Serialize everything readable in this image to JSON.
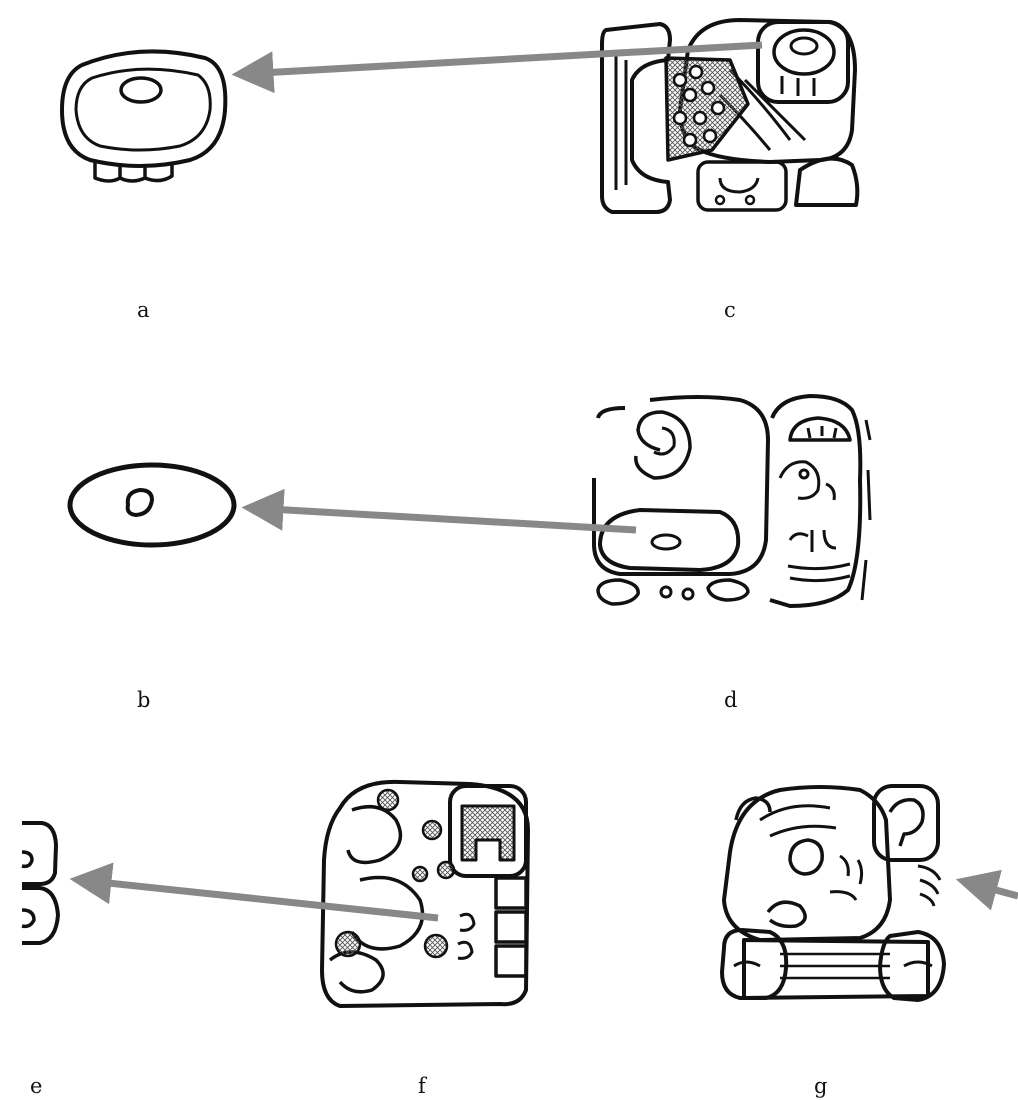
{
  "labels": {
    "a": "a",
    "b": "b",
    "c": "c",
    "d": "d",
    "e": "e",
    "f": "f",
    "g": "g"
  },
  "colors": {
    "ink": "#111111",
    "arrow": "#888888",
    "hatch": "#555555",
    "background": "#ffffff"
  },
  "panels": [
    {
      "label_key": "a",
      "content": "detail-glyph"
    },
    {
      "label_key": "b",
      "content": "detail-glyph"
    },
    {
      "label_key": "c",
      "content": "source-glyph"
    },
    {
      "label_key": "d",
      "content": "source-glyph"
    },
    {
      "label_key": "e",
      "content": "detail-glyph"
    },
    {
      "label_key": "f",
      "content": "source-glyph"
    },
    {
      "label_key": "g",
      "content": "source-glyph"
    }
  ]
}
